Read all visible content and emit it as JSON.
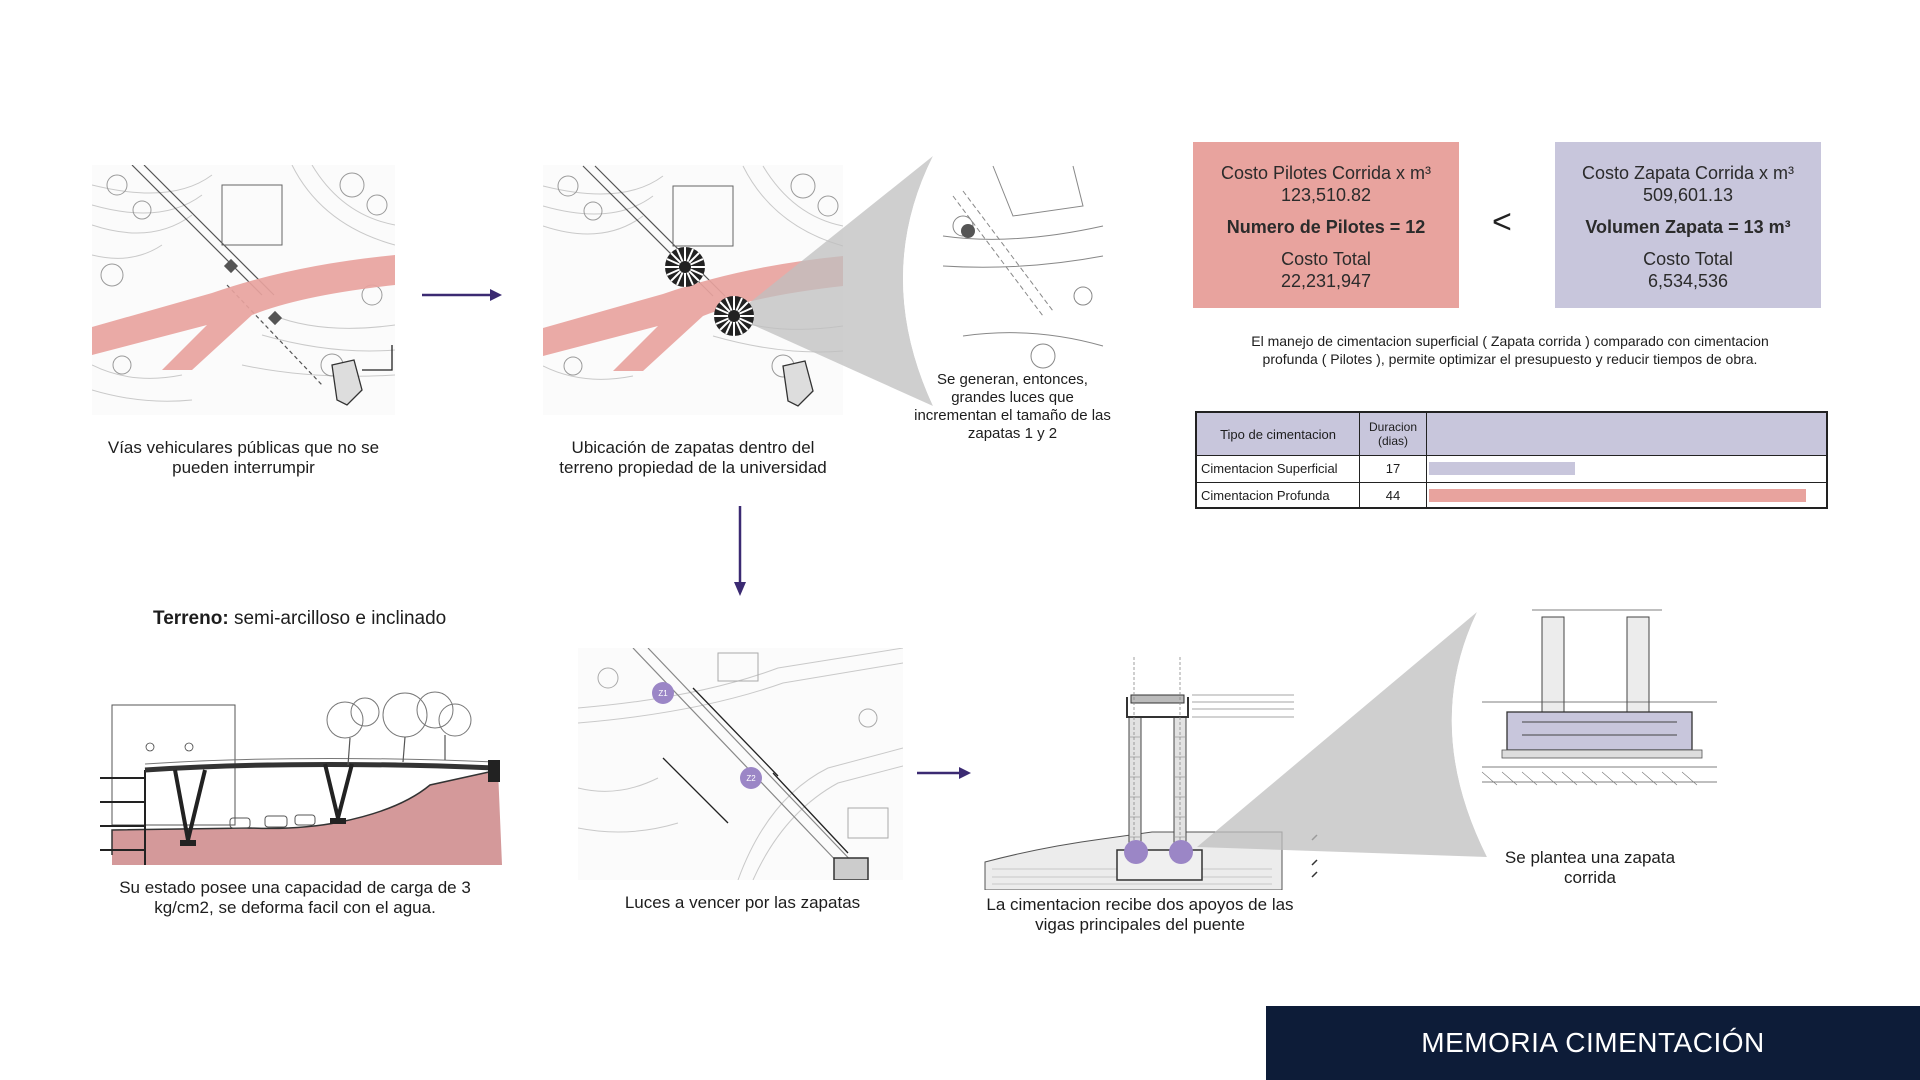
{
  "captions": {
    "vias": "Vías vehiculares públicas que no se pueden interrumpir",
    "ubicacion": "Ubicación de zapatas dentro del terreno propiedad de la universidad",
    "luces_grandes": "Se generan, entonces, grandes luces que incrementan el tamaño de las zapatas 1 y 2",
    "terreno_label": "Terreno:",
    "terreno_value": " semi-arcilloso e inclinado",
    "capacidad": "Su estado posee una capacidad de carga de 3 kg/cm2, se deforma facil con el agua.",
    "luces_vencer": "Luces a vencer por las zapatas",
    "cimentacion_apoyos": "La cimentacion recibe dos apoyos de las vigas principales del puente",
    "zapata_corrida": "Se plantea una zapata corrida"
  },
  "markers": {
    "z1": "Z1",
    "z2": "Z2"
  },
  "cost": {
    "pilotes": {
      "title": "Costo Pilotes Corrida x m³",
      "unit_cost": "123,510.82",
      "quantity": "Numero de Pilotes = 12",
      "total_label": "Costo Total",
      "total": "22,231,947",
      "color": "#e8a39e"
    },
    "comparison": "<",
    "zapata": {
      "title": "Costo Zapata Corrida x m³",
      "unit_cost": "509,601.13",
      "quantity": "Volumen Zapata = 13 m³",
      "total_label": "Costo Total",
      "total": "6,534,536",
      "color": "#c8c6dc"
    },
    "note": "El manejo de cimentacion superficial ( Zapata corrida ) comparado con cimentacion profunda ( Pilotes ), permite optimizar el presupuesto y reducir tiempos de obra."
  },
  "chart_data": {
    "type": "bar",
    "headers": [
      "Tipo de cimentacion",
      "Duracion (dias)"
    ],
    "categories": [
      "Cimentacion Superficial",
      "Cimentacion Profunda"
    ],
    "values": [
      17,
      44
    ],
    "colors": [
      "#c8c6dc",
      "#e8a39e"
    ]
  },
  "footer": {
    "title": "MEMORIA CIMENTACIÓN"
  },
  "colors": {
    "road": "#e8a39e",
    "arrow": "#3b2a72",
    "marker": "#9b86c6",
    "ground": "#d4999a",
    "navy": "#0d1c38"
  }
}
